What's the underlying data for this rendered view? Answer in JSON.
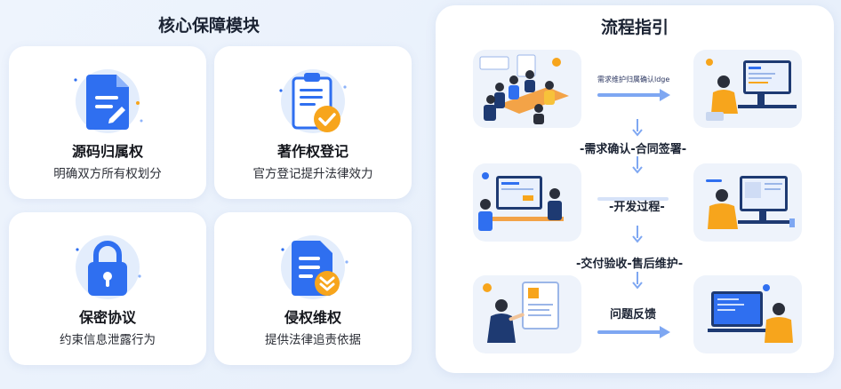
{
  "left": {
    "title": "核心保障模块",
    "cards": [
      {
        "name": "源码归属权",
        "desc": "明确双方所有权划分",
        "icon": "document-edit-icon"
      },
      {
        "name": "著作权登记",
        "desc": "官方登记提升法律效力",
        "icon": "clipboard-check-icon"
      },
      {
        "name": "保密协议",
        "desc": "约束信息泄露行为",
        "icon": "padlock-icon"
      },
      {
        "name": "侵权维权",
        "desc": "提供法律追责依据",
        "icon": "document-shield-icon"
      }
    ]
  },
  "right": {
    "title": "流程指引",
    "small_label": "需求维护归属确认ldge",
    "steps": [
      "-需求确认-合同签署-",
      "-开发过程-",
      "-交付验收-售后维护-",
      "问题反馈"
    ]
  },
  "colors": {
    "primary_blue": "#2f6ff0",
    "accent_orange": "#f7a51c",
    "background": "#eef4fd"
  }
}
